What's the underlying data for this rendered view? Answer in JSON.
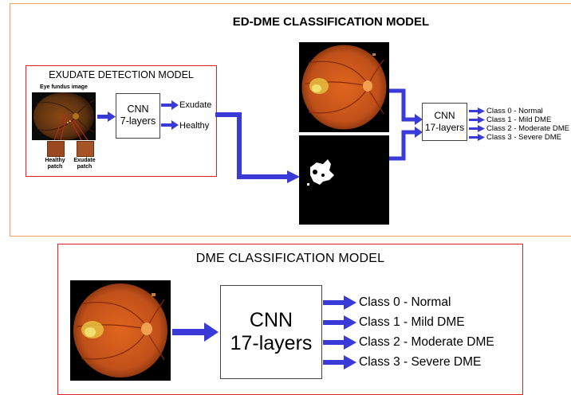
{
  "top": {
    "title": "ED-DME CLASSIFICATION MODEL",
    "exudate_model": {
      "title": "EXUDATE DETECTION MODEL",
      "fundus_label": "Eye fundus image",
      "healthy_patch": "Healthy patch",
      "exudate_patch": "Exudate patch",
      "cnn_line1": "CNN",
      "cnn_line2": "7-layers",
      "out_exudate": "Exudate",
      "out_healthy": "Healthy"
    },
    "cnn17_line1": "CNN",
    "cnn17_line2": "17-layers",
    "classes": [
      "Class 0 - Normal",
      "Class 1 - Mild DME",
      "Class 2 - Moderate DME",
      "Class 3 - Severe DME"
    ]
  },
  "bottom": {
    "title": "DME CLASSIFICATION MODEL",
    "cnn_line1": "CNN",
    "cnn_line2": "17-layers",
    "classes": [
      "Class 0 - Normal",
      "Class 1 - Mild DME",
      "Class 2 - Moderate DME",
      "Class 3 - Severe DME"
    ]
  },
  "colors": {
    "arrow": "#3a3ad8",
    "outer_border": "#f0a060",
    "model_border": "#e02020",
    "fundus": "#c0541a"
  },
  "icons": [
    "retina-fundus-image",
    "exudate-mask-image",
    "healthy-patch-image",
    "exudate-patch-image"
  ]
}
